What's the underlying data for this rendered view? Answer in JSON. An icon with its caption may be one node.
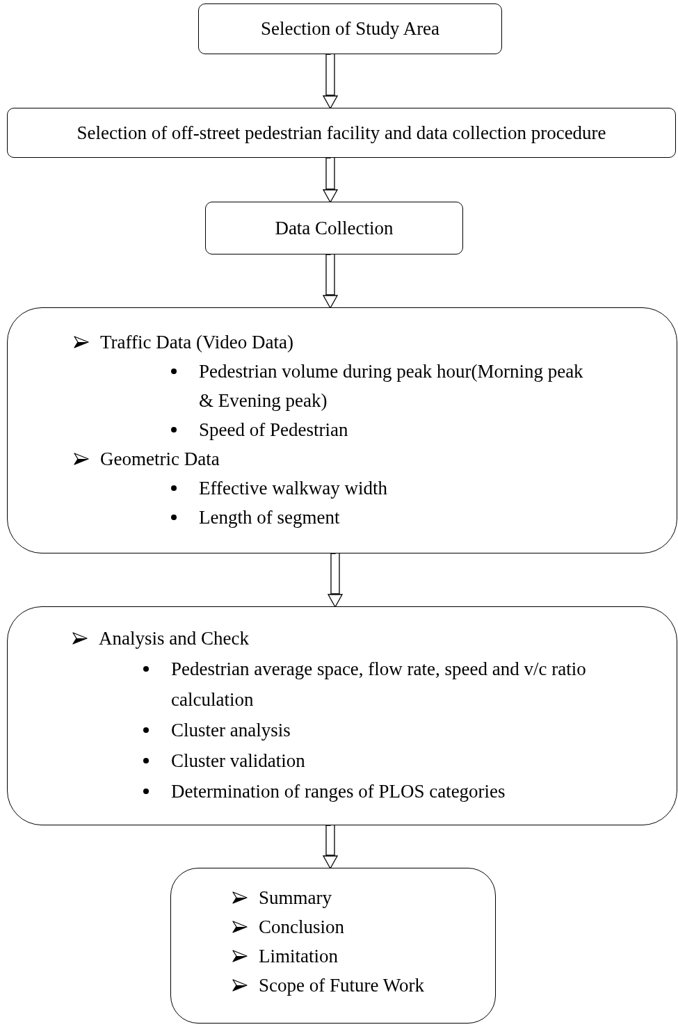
{
  "diagram": {
    "nodes": [
      {
        "text": [
          "Selection of Study Area"
        ]
      },
      {
        "text": [
          "Selection of off-street pedestrian facility and data collection procedure"
        ]
      },
      {
        "text": [
          "Data Collection"
        ]
      },
      {
        "text": [
          "Traffic Data (Video Data)",
          "Pedestrian volume during peak hour(Morning peak & Evening peak)",
          "Speed of Pedestrian",
          "Geometric Data",
          "Effective walkway width",
          "Length of segment"
        ]
      },
      {
        "text": [
          "Analysis and Check",
          "Pedestrian average space, flow rate, speed and v/c ratio calculation",
          "Cluster analysis",
          "Cluster validation",
          "Determination of ranges of PLOS categories"
        ]
      },
      {
        "text": [
          "Summary",
          "Conclusion",
          "Limitation",
          "Scope of Future Work"
        ]
      }
    ],
    "edges": [
      {
        "from": 0,
        "to": 1,
        "arrow": "to"
      },
      {
        "from": 1,
        "to": 2,
        "arrow": "to"
      },
      {
        "from": 2,
        "to": 3,
        "arrow": "to"
      },
      {
        "from": 3,
        "to": 4,
        "arrow": "to"
      },
      {
        "from": 4,
        "to": 5,
        "arrow": "to"
      }
    ]
  }
}
